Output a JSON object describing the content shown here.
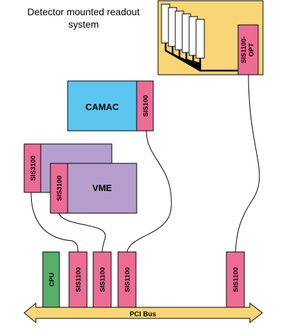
{
  "labels": {
    "detector_title_line1": "Detector mounted readout",
    "detector_title_line2": "system",
    "camac": "CAMAC",
    "vme": "VME",
    "cpu": "CPU",
    "pci_bus": "PCI Bus",
    "sis1100_opt_line1": "SIS1100-",
    "sis1100_opt_line2": "OPT",
    "sis100": "SIS100",
    "sis3100_back": "SIS3100",
    "sis3100_front": "SIS3100",
    "sis1100_slot1": "SIS1100",
    "sis1100_slot2": "SIS1100",
    "sis1100_slot3": "SIS1100",
    "sis1100_slot4": "SIS1100"
  },
  "colors": {
    "detector_box": "#f9d675",
    "camac_box": "#5ac5ef",
    "vme_box": "#b69fce",
    "pink_module": "#ec6c96",
    "cpu_card": "#56ae69",
    "pci_bus": "#f9d675",
    "stroke": "#000000"
  }
}
